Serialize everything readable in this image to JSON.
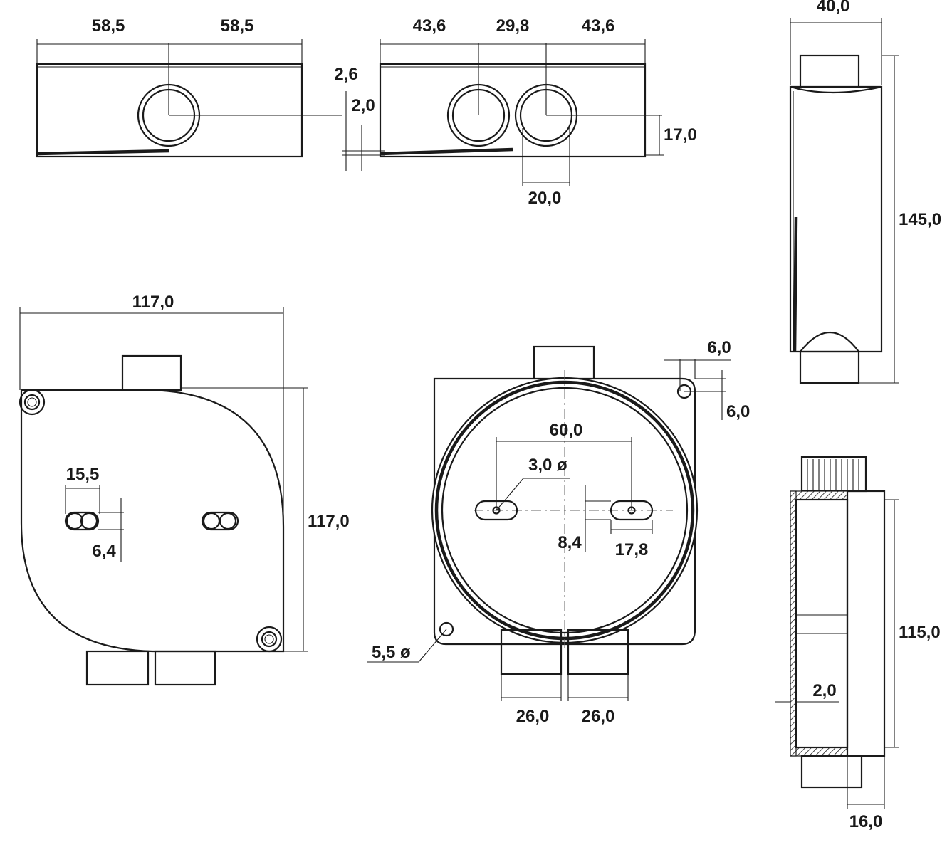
{
  "dimensions": {
    "top_front_left_width": "58,5",
    "top_front_right_width": "58,5",
    "top_mid_left": "43,6",
    "top_mid_center": "29,8",
    "top_mid_right": "43,6",
    "wall_offset_outer": "2,6",
    "wall_offset_inner": "2,0",
    "hole_center_height": "17,0",
    "hole_diameter": "20,0",
    "side_top_width": "40,0",
    "side_height": "145,0",
    "plan_width": "117,0",
    "plan_height": "117,0",
    "slot_spacing_left": "15,5",
    "slot_height_left": "6,4",
    "round_slot_spacing": "60,0",
    "round_hole_diameter": "3,0 ø",
    "round_slot_height": "8,4",
    "round_slot_length": "17,8",
    "corner_offset_x": "6,0",
    "corner_offset_y": "6,0",
    "mount_hole_diameter": "5,5 ø",
    "spout_width_left": "26,0",
    "spout_width_right": "26,0",
    "section_height": "115,0",
    "section_wall": "2,0",
    "section_depth": "16,0"
  },
  "colors": {
    "line": "#1a1a1a",
    "background": "#ffffff"
  }
}
